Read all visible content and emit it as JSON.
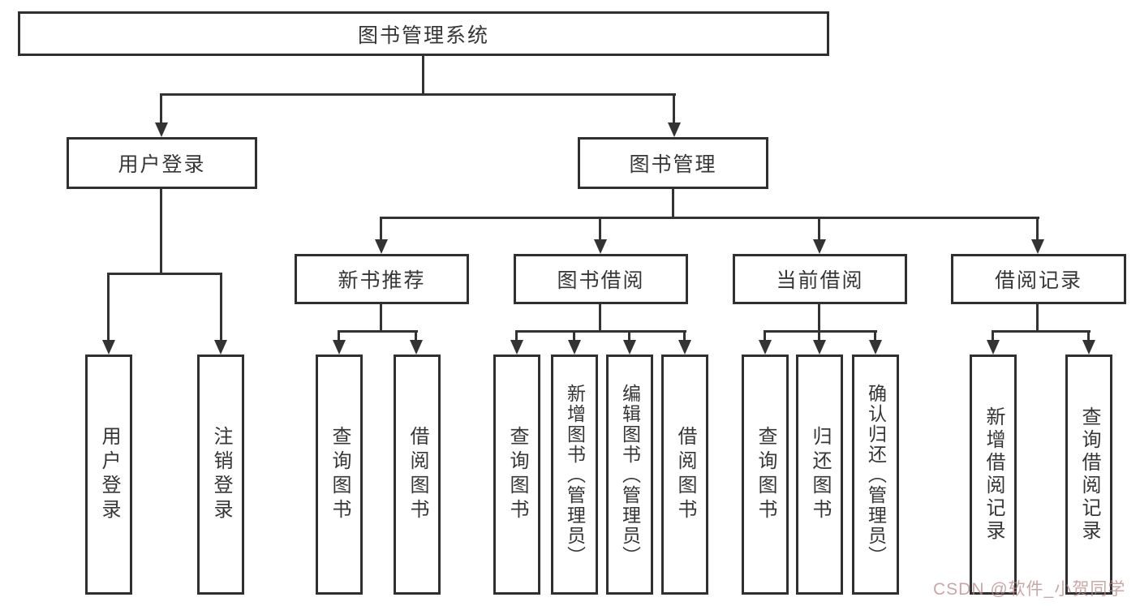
{
  "diagram": {
    "title": "图书管理系统",
    "branches": {
      "login": {
        "label": "用户登录",
        "leaves": [
          "用户登录",
          "注销登录"
        ]
      },
      "management": {
        "label": "图书管理",
        "groups": [
          {
            "label": "新书推荐",
            "leaves": [
              "查询图书",
              "借阅图书"
            ]
          },
          {
            "label": "图书借阅",
            "leaves": [
              "查询图书",
              "新增图书（管理员）",
              "编辑图书（管理员）",
              "借阅图书"
            ]
          },
          {
            "label": "当前借阅",
            "leaves": [
              "查询图书",
              "归还图书",
              "确认归还（管理员）"
            ]
          },
          {
            "label": "借阅记录",
            "leaves": [
              "新增借阅记录",
              "查询借阅记录"
            ]
          }
        ]
      }
    }
  },
  "watermark": {
    "text": "CSDN @软件_小贺同学"
  },
  "colors": {
    "line": "#333333",
    "border": "#303030",
    "text": "#363636",
    "background": "#ffffff",
    "watermark": "#ba8888"
  }
}
